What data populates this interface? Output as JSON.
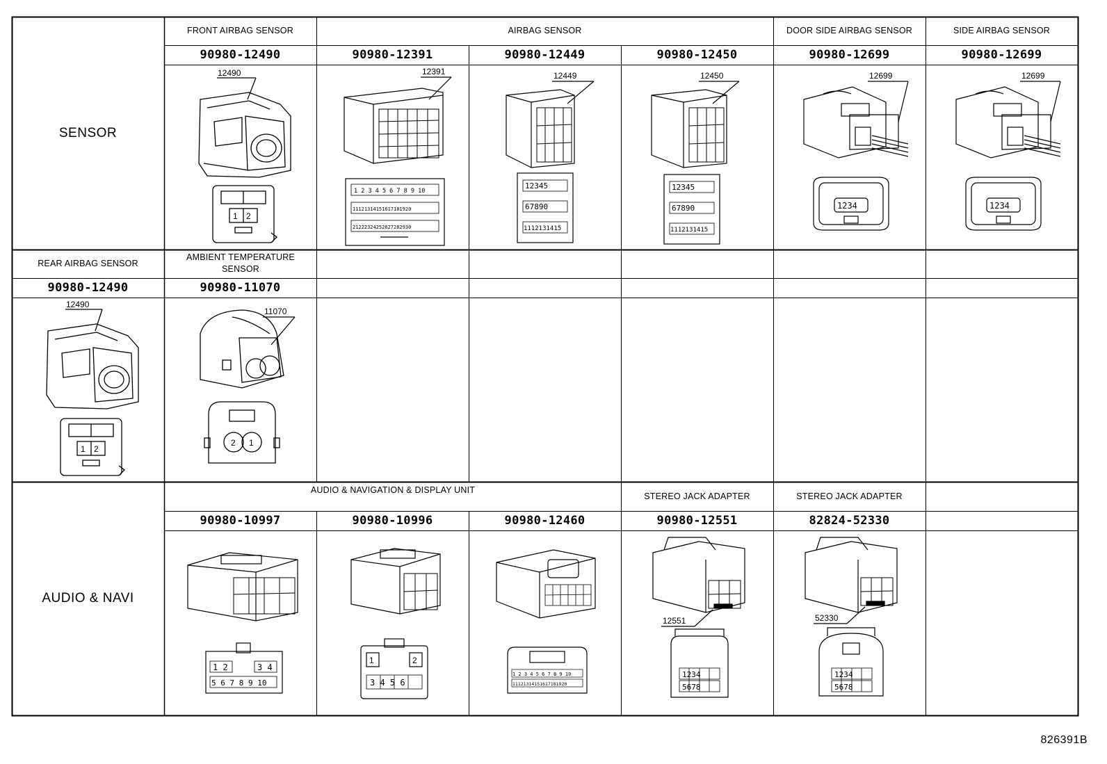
{
  "row_labels": {
    "sensor": "SENSOR",
    "audio": "AUDIO & NAVI"
  },
  "row1": {
    "titles": [
      "FRONT AIRBAG SENSOR",
      "AIRBAG SENSOR",
      "DOOR SIDE AIRBAG SENSOR",
      "SIDE AIRBAG SENSOR"
    ],
    "parts": [
      "90980-12490",
      "90980-12391",
      "90980-12449",
      "90980-12450",
      "90980-12699",
      "90980-12699"
    ],
    "callouts": [
      "12490",
      "12391",
      "12449",
      "12450",
      "12699",
      "12699"
    ]
  },
  "row2": {
    "titles": [
      "REAR AIRBAG SENSOR",
      "AMBIENT TEMPERATURE SENSOR"
    ],
    "parts": [
      "90980-12490",
      "90980-11070"
    ],
    "callouts": [
      "12490",
      "11070"
    ]
  },
  "row3": {
    "titles": [
      "AUDIO & NAVIGATION & DISPLAY UNIT",
      "STEREO JACK ADAPTER",
      "STEREO JACK ADAPTER"
    ],
    "parts": [
      "90980-10997",
      "90980-10996",
      "90980-12460",
      "90980-12551",
      "82824-52330"
    ],
    "callouts": [
      "12551",
      "52330"
    ]
  },
  "footer_code": "826391B"
}
